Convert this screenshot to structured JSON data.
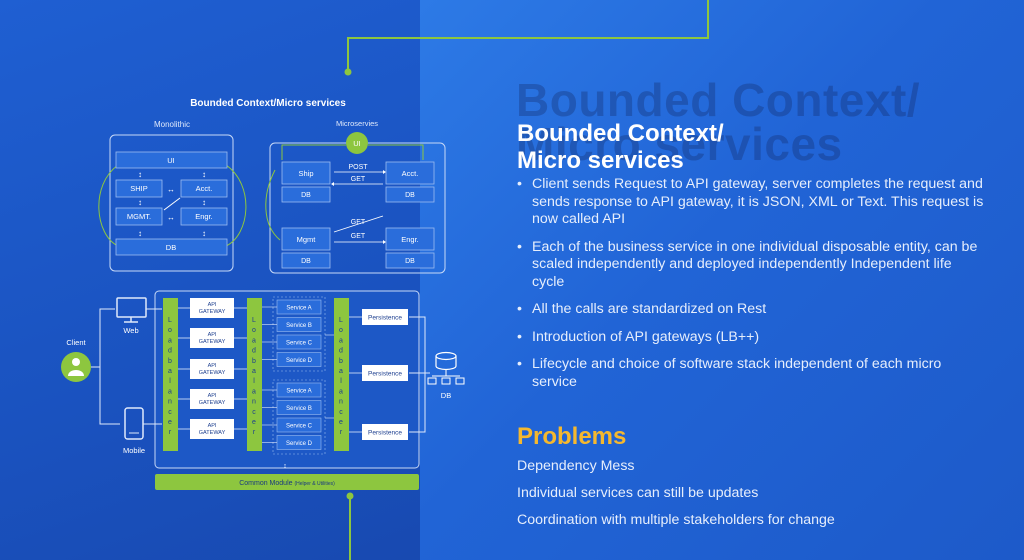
{
  "slide": {
    "ghost_title": "Bounded Context/ Micro services",
    "title_line1": "Bounded Context/",
    "title_line2": "Micro services",
    "bullets": [
      "Client sends Request to API gateway, server completes the request and sends response to API gateway, it is JSON, XML or Text. This request is now called API",
      "Each of the business service in one individual disposable entity, can be scaled independently and deployed independently Independent life cycle",
      "All the calls are standardized on Rest",
      "Introduction of API gateways (LB++)",
      "Lifecycle and choice of software stack independent of each micro service"
    ],
    "problems_heading": "Problems",
    "problems": [
      "Dependency Mess",
      "Individual services can still be updates",
      "Coordination with multiple stakeholders for change"
    ]
  },
  "diagram": {
    "title": "Bounded Context/Micro services",
    "monolithic": {
      "label": "Monolithic",
      "ui": "UI",
      "ship": "SHIP",
      "acct": "Acct.",
      "mgmt": "MGMT.",
      "engr": "Engr.",
      "db": "DB"
    },
    "microservices": {
      "label": "Microservies",
      "ui": "UI",
      "ship": "Ship",
      "acct": "Acct.",
      "mgmt": "Mgmt",
      "engr": "Engr.",
      "db": "DB",
      "post": "POST",
      "get": "GET"
    },
    "arch": {
      "client": "Client",
      "web": "Web",
      "mobile": "Mobile",
      "load_balancer": "Load balancer",
      "api_gateway_line1": "API",
      "api_gateway_line2": "GATEWAY",
      "services": [
        "Service A",
        "Service B",
        "Service C",
        "Service D"
      ],
      "persistence": "Persistence",
      "db": "DB",
      "common_module": "Common Module",
      "common_module_note": "(Helper & Utilities)"
    },
    "colors": {
      "accent": "#8dc63f",
      "line": "#c7d9f7"
    }
  }
}
